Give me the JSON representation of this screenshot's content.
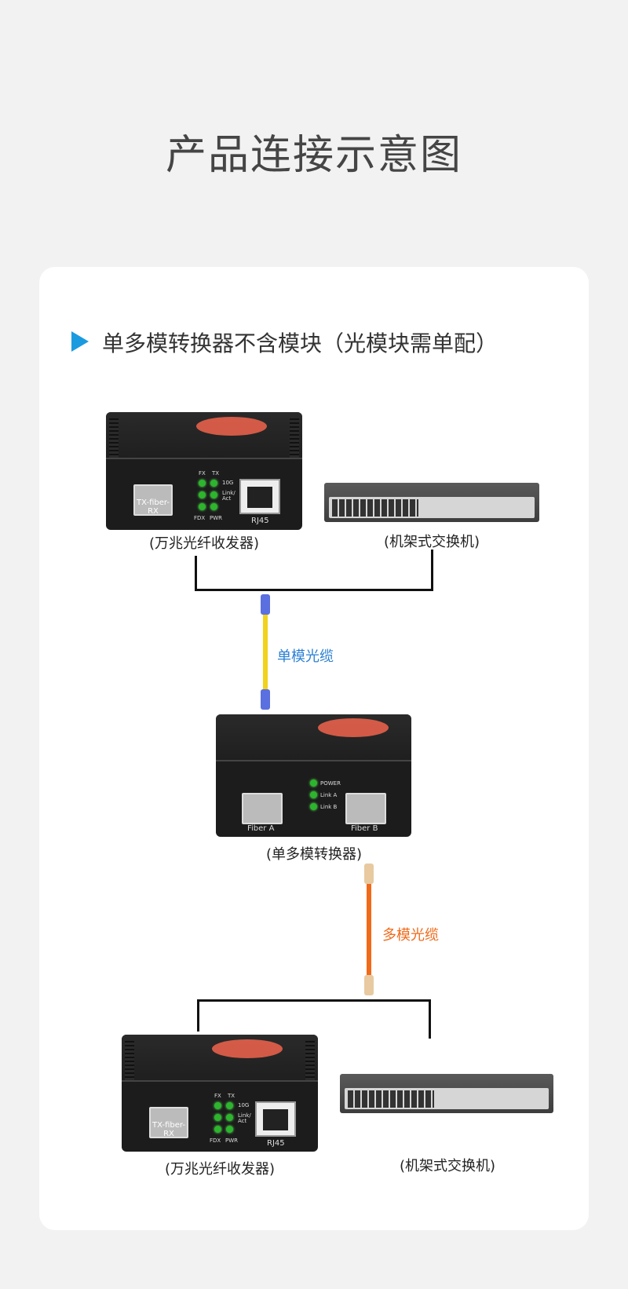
{
  "title": "产品连接示意图",
  "section": {
    "heading": "单多模转换器不含模块（光模块需单配）"
  },
  "devices": {
    "transceiver_top": {
      "label": "(万兆光纤收发器)",
      "port_label": "TX-fiber-RX",
      "rj45": "RJ45",
      "led_cols": [
        "FX",
        "TX"
      ],
      "led_rows": [
        "10G",
        "Link/ Act"
      ],
      "led_bottom": [
        "FDX",
        "PWR"
      ]
    },
    "switch_top": {
      "label": "(机架式交换机)"
    },
    "converter": {
      "label": "(单多模转换器)",
      "fiber_a": "Fiber A",
      "fiber_b": "Fiber B",
      "leds": [
        "POWER",
        "Link A",
        "Link B"
      ]
    },
    "transceiver_bottom": {
      "label": "(万兆光纤收发器)",
      "port_label": "TX-fiber-RX",
      "rj45": "RJ45",
      "led_cols": [
        "FX",
        "TX"
      ],
      "led_rows": [
        "10G",
        "Link/ Act"
      ],
      "led_bottom": [
        "FDX",
        "PWR"
      ]
    },
    "switch_bottom": {
      "label": "(机架式交换机)"
    }
  },
  "cables": {
    "single_mode": "单模光缆",
    "multi_mode": "多模光缆"
  },
  "colors": {
    "accent": "#1a9be0",
    "single_mode": "#2a7fd4",
    "multi_mode": "#f06a1a"
  }
}
